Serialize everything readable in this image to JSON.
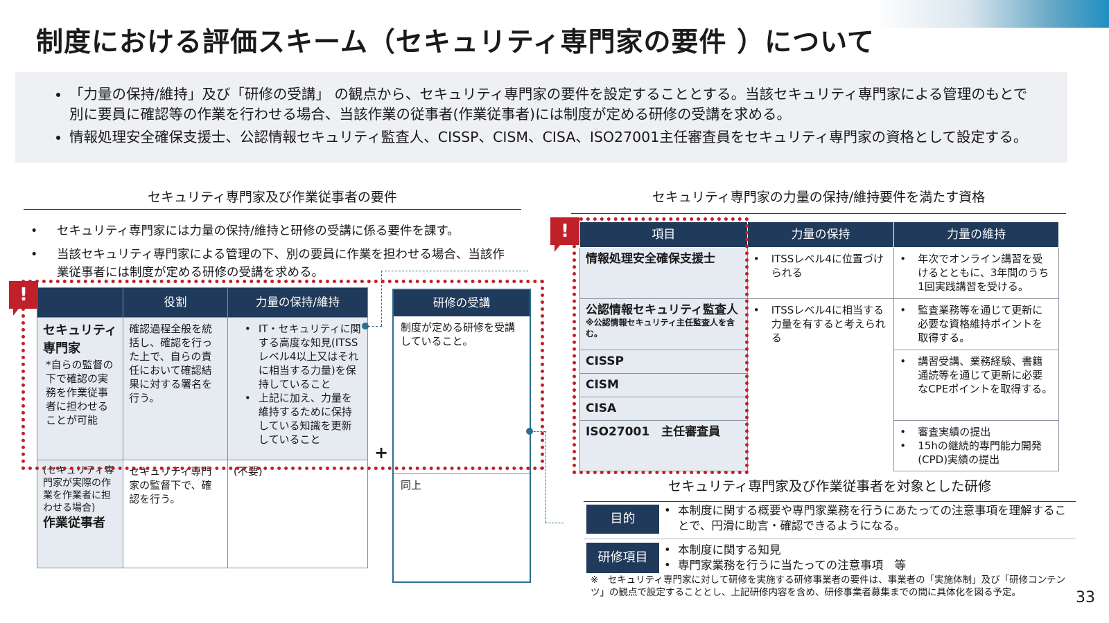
{
  "title": "制度における評価スキーム（セキュリティ専門家の要件 ）について",
  "summary": [
    "「力量の保持/維持」及び「研修の受講」 の観点から、セキュリティ専門家の要件を設定することとする。当該セキュリティ専門家による管理のもとで別に要員に確認等の作業を行わせる場合、当該作業の従事者(作業従事者)には制度が定める研修の受講を求める。",
    "情報処理安全確保支援士、公認情報セキュリティ監査人、CISSP、CISM、CISA、ISO27001主任審査員をセキュリティ専門家の資格として設定する。"
  ],
  "left": {
    "heading": "セキュリティ専門家及び作業従事者の要件",
    "bullets": [
      "セキュリティ専門家には力量の保持/維持と研修の受講に係る要件を課す。",
      "当該セキュリティ専門家による管理の下、別の要員に作業を担わせる場合、当該作業従事者には制度が定める研修の受講を求める。"
    ],
    "table": {
      "headers": [
        "",
        "役割",
        "力量の保持/維持"
      ],
      "expert": {
        "name": "セキュリティ専門家",
        "note": "*自らの監督の下で確認の実務を作業従事者に担わせることが可能",
        "role": "確認過程全般を統括し、確認を行った上で、自らの責任において確認結果に対する署名を行う。",
        "competence": [
          "IT・セキュリティに関する高度な知見(ITSSレベル4以上又はそれに相当する力量)を保持していること",
          "上記に加え、力量を維持するために保持している知識を更新していること"
        ]
      },
      "worker": {
        "note": "(セキュリティ専門家が実際の作業を作業者に担わせる場合)",
        "name": "作業従事者",
        "role": "セキュリティ専門家の監督下で、確認を行う。",
        "competence": "(不要)"
      }
    },
    "plus": "+",
    "training": {
      "header": "研修の受講",
      "expert": "制度が定める研修を受講していること。",
      "worker": "同上"
    },
    "alert": "!"
  },
  "right": {
    "heading": "セキュリティ専門家の力量の保持/維持要件を満たす資格",
    "alert": "!",
    "table": {
      "headers": [
        "項目",
        "力量の保持",
        "力量の維持"
      ],
      "r1": {
        "name": "情報処理安全確保支援士",
        "hold": "ITSSレベル4に位置づけられる",
        "keep": "年次でオンライン講習を受けるとともに、3年間のうち1回実践講習を受ける。"
      },
      "r2": {
        "name": "公認情報セキュリティ監査人",
        "sub": "※公認情報セキュリティ主任監査人を含む。",
        "hold": "ITSSレベル4に相当する力量を有すると考えられる",
        "keep": "監査業務等を通じて更新に必要な資格維持ポイントを取得する。"
      },
      "r3": {
        "name": "CISSP",
        "keep": "講習受講、業務経験、書籍通読等を通じて更新に必要なCPEポイントを取得する。"
      },
      "r4": {
        "name": "CISM"
      },
      "r5": {
        "name": "CISA"
      },
      "r6": {
        "name": "ISO27001　主任審査員",
        "keep": [
          "審査実績の提出",
          "15hの継続的専門能力開発(CPD)実績の提出"
        ]
      }
    },
    "training_heading": "セキュリティ専門家及び作業従事者を対象とした研修",
    "purpose_label": "目的",
    "purpose_text": "本制度に関する概要や専門家業務を行うにあたっての注意事項を理解することで、円滑に助言・確認できるようになる。",
    "items_label": "研修項目",
    "items": [
      "本制度に関する知見",
      "専門家業務を行うに当たっての注意事項　等"
    ],
    "footnote": "※　セキュリティ専門家に対して研修を実施する研修事業者の要件は、事業者の「実施体制」及び「研修コンテンツ」の観点で設定することとし、上記研修内容を含め、研修事業者募集までの間に具体化を図る予定。"
  },
  "page_number": "33"
}
